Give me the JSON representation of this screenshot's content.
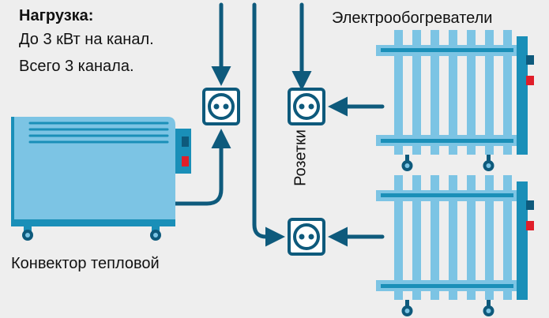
{
  "load": {
    "title": "Нагрузка:",
    "line1": "До 3 кВт на канал.",
    "line2": "Всего 3 канала."
  },
  "labels": {
    "heaters": "Электрообогреватели",
    "convector": "Конвектор тепловой",
    "sockets": "Розетки"
  },
  "colors": {
    "background": "#eeeeee",
    "appliance_light": "#7cc4e4",
    "appliance_dark": "#1a8fb8",
    "wire": "#0e5a7c",
    "indicator_red": "#e01e2a",
    "socket_stroke": "#0e5a7c",
    "socket_fill": "#ffffff"
  },
  "icons": [
    "convector-icon",
    "oil-radiator-icon",
    "power-socket-icon",
    "arrow-icon"
  ]
}
